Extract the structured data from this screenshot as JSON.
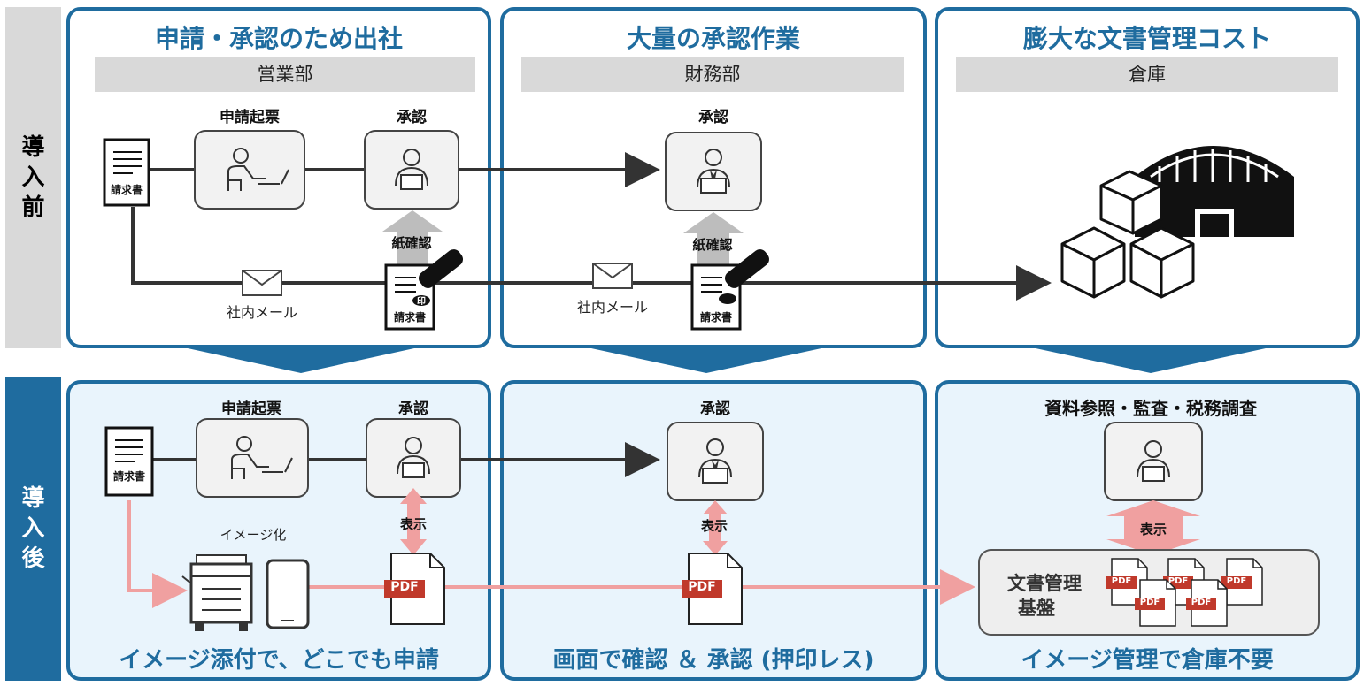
{
  "before": {
    "side_label": "導入前",
    "panels": [
      {
        "title": "申請・承認のため出社",
        "dept": "営業部"
      },
      {
        "title": "大量の承認作業",
        "dept": "財務部"
      },
      {
        "title": "膨大な文書管理コスト",
        "dept": "倉庫"
      }
    ],
    "labels": {
      "draft": "申請起票",
      "approve1": "承認",
      "approve2": "承認",
      "paper_check1": "紙確認",
      "paper_check2": "紙確認",
      "mail1": "社内メール",
      "mail2": "社内メール",
      "invoice": "請求書",
      "invoice_stamped1": "請求書",
      "invoice_stamped2": "請求書",
      "stamp": "印"
    }
  },
  "after": {
    "side_label": "導入後",
    "panels": [
      {
        "title": "イメージ添付で、どこでも申請"
      },
      {
        "title": "画面で確認 ＆ 承認 (押印レス)"
      },
      {
        "title": "イメージ管理で倉庫不要"
      }
    ],
    "labels": {
      "draft": "申請起票",
      "approve1": "承認",
      "approve2": "承認",
      "reference": "資料参照・監査・税務調査",
      "imaging": "イメージ化",
      "display1": "表示",
      "display2": "表示",
      "display3": "表示",
      "invoice": "請求書",
      "pdf": "PDF",
      "platform": "文書管理\n基盤",
      "platform_line1": "文書管理",
      "platform_line2": "基盤"
    }
  },
  "colors": {
    "accent": "#1f6c9f",
    "panel_after_bg": "#e9f4fc",
    "pink_arrow": "#f0a0a0",
    "gray_arrow": "#bdbdbd",
    "pdf_red": "#c0392b"
  },
  "icons": [
    "document-icon",
    "person-at-desk-icon",
    "person-laptop-icon",
    "manager-icon",
    "envelope-icon",
    "stamp-icon",
    "warehouse-icon",
    "boxes-icon",
    "copier-icon",
    "tablet-icon",
    "pdf-file-icon"
  ]
}
